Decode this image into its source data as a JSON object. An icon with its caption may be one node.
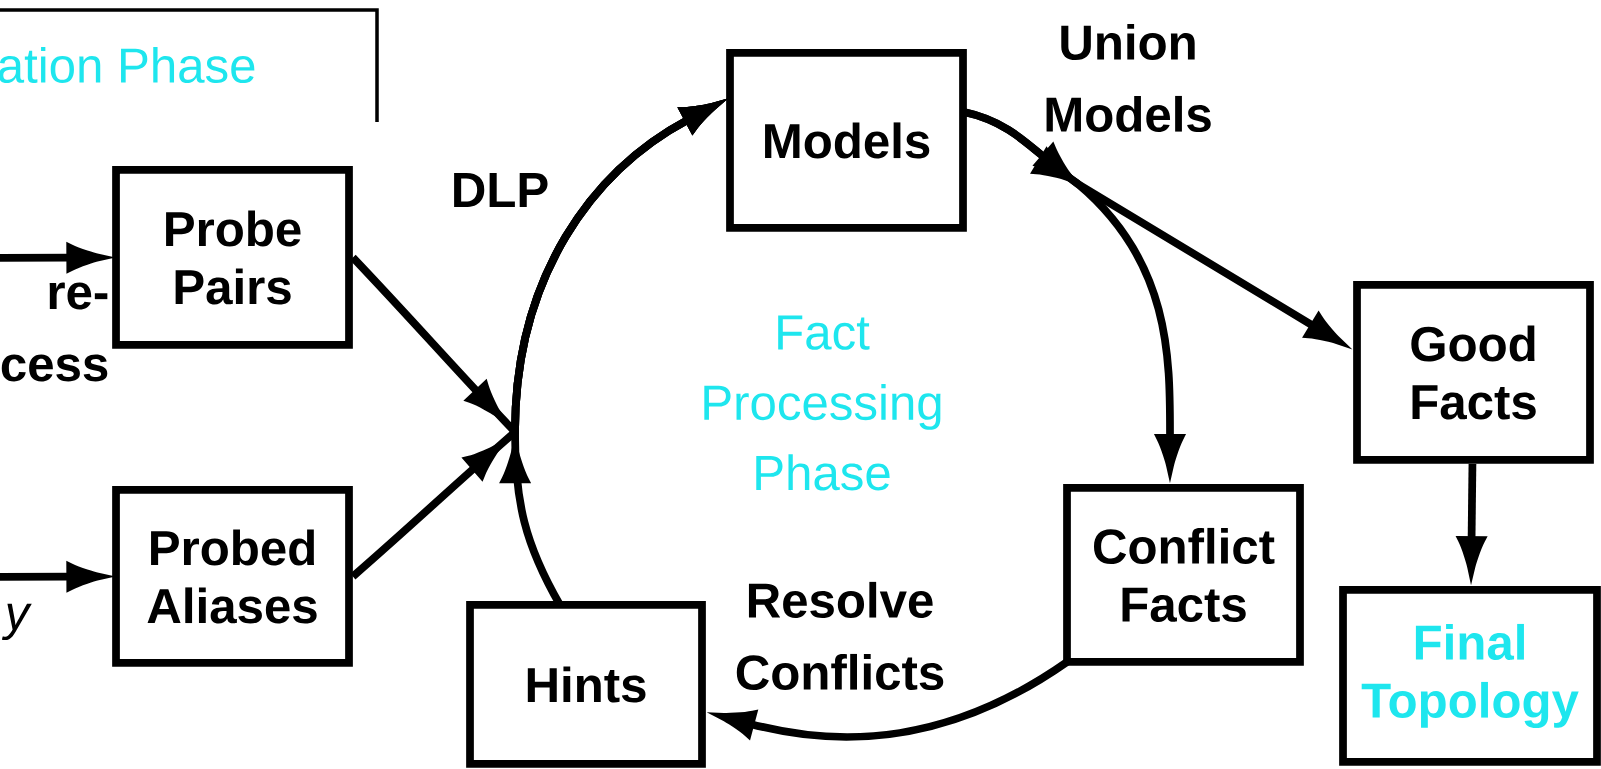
{
  "diagram": {
    "nodes": [
      {
        "text": [
          "ation Phase"
        ]
      },
      {
        "text": [
          "Probe Pairs"
        ]
      },
      {
        "text": [
          "Probed Aliases"
        ]
      },
      {
        "text": [
          "Hints"
        ]
      },
      {
        "text": [
          "Models"
        ]
      },
      {
        "text": [
          "Conflict Facts"
        ]
      },
      {
        "text": [
          "Good Facts"
        ]
      },
      {
        "text": [
          "Final Topology"
        ]
      }
    ],
    "edges": [
      {
        "from": null,
        "to": 1,
        "arrow": "to",
        "label": "re- cess"
      },
      {
        "from": null,
        "to": 2,
        "arrow": "to",
        "label": "y"
      },
      {
        "from": 1,
        "to": 4,
        "arrow": "to",
        "label": "DLP"
      },
      {
        "from": 2,
        "to": 4,
        "arrow": "to"
      },
      {
        "from": 3,
        "to": 4,
        "arrow": "to"
      },
      {
        "from": 4,
        "to": 6,
        "arrow": "to",
        "label": "Union Models"
      },
      {
        "from": 4,
        "to": 5,
        "arrow": "to"
      },
      {
        "from": 5,
        "to": 3,
        "arrow": "to",
        "label": "Resolve Conflicts"
      },
      {
        "from": 6,
        "to": 7,
        "arrow": "to"
      }
    ],
    "labels": [
      "Fact Processing Phase"
    ]
  }
}
